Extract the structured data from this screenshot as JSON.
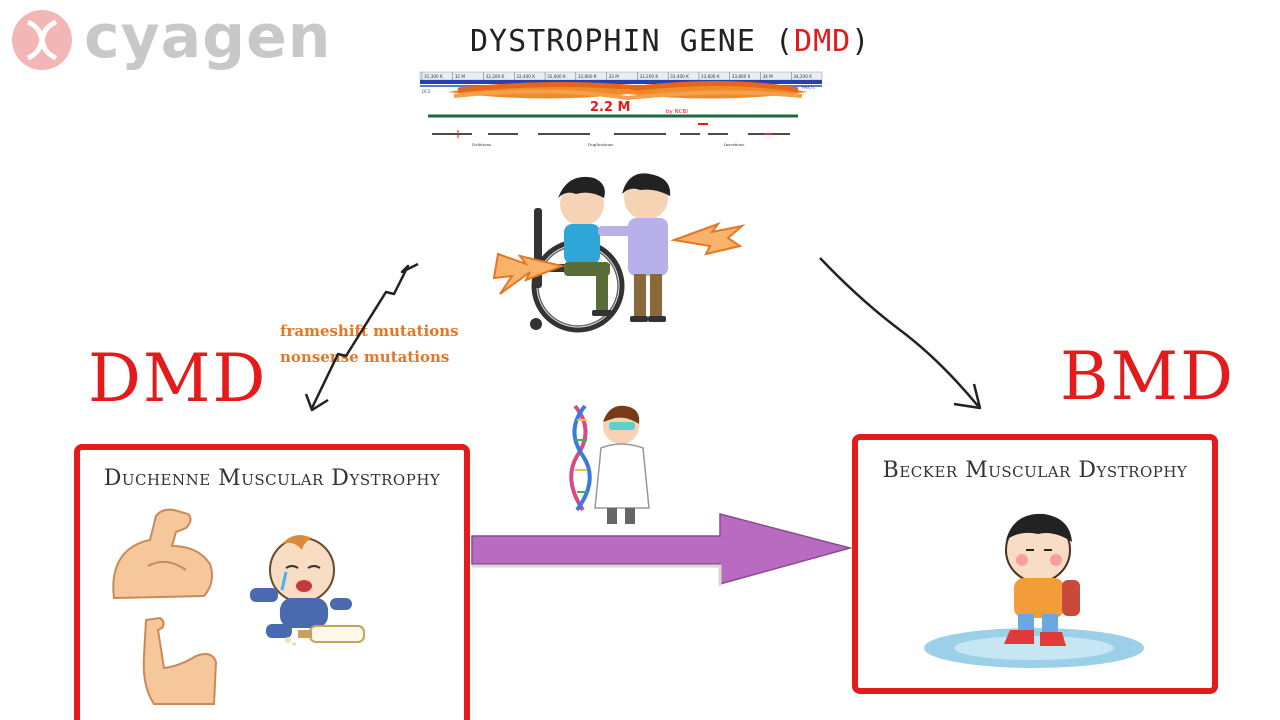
{
  "logo": {
    "text": "cyagen",
    "brand_color": "#f3b6b6"
  },
  "gene_title": {
    "prefix": "DYSTROPHIN GENE (",
    "highlight": "DMD",
    "suffix": ")"
  },
  "genome_strip": {
    "ticks": [
      "31,300 K",
      "32 M",
      "32,200 K",
      "32,400 K",
      "32,600 K",
      "32,800 K",
      "33 M",
      "33,200 K",
      "33,400 K",
      "33,600 K",
      "33,800 K",
      "34 M",
      "34,200 K"
    ],
    "size_label": "2.2 M",
    "source_label": "by NCBI",
    "sub_labels": [
      "Deletions",
      "Duplications",
      "Insertions"
    ],
    "left_tag": "DCS",
    "right_tag": "PHK7s"
  },
  "labels": {
    "dmd": "DMD",
    "bmd": "BMD",
    "mutation_1": "frameshift mutations",
    "mutation_2": "nonsense mutations"
  },
  "dmd_box": {
    "title": "Duchenne Muscular Dystrophy"
  },
  "bmd_box": {
    "title": "Becker Muscular Dystrophy"
  },
  "colors": {
    "accent_red": "#e31b1b",
    "orange": "#e67722",
    "purple_arrow": "#b86bc0",
    "logo_gray": "#c8c8c8"
  }
}
